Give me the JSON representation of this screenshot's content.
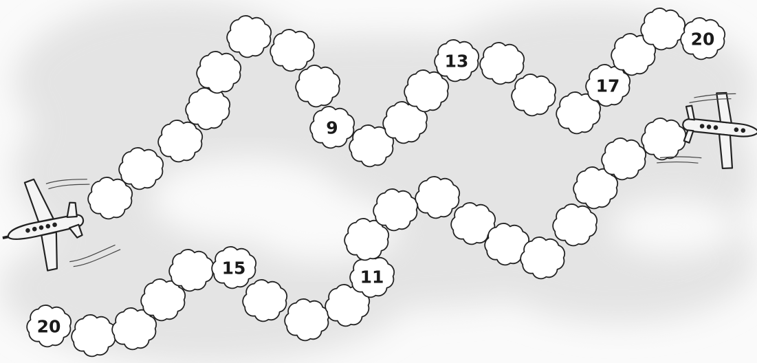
{
  "upper_path": {
    "numbers": [
      "9",
      "13",
      "17",
      "20"
    ]
  },
  "lower_path": {
    "numbers": [
      "20",
      "15",
      "11"
    ]
  },
  "colors": {
    "sky_shadow": "#e4e4e4",
    "cloud_fill": "#ffffff",
    "cloud_outline": "#222222",
    "number_text": "#1a1a1a",
    "plane_body": "#f4f4f4"
  },
  "icons": {
    "left_plane": "airplane-icon",
    "right_plane": "airplane-icon",
    "cloud": "cloud-icon"
  }
}
